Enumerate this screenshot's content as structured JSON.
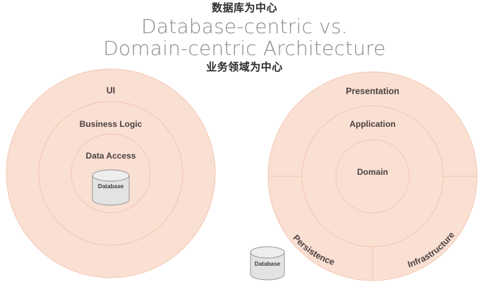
{
  "header": {
    "chinese_top": "数据库为中心",
    "title_line1": "Database-centric vs.",
    "title_line2": "Domain-centric Architecture",
    "chinese_bottom": "业务领域为中心"
  },
  "colors": {
    "ring_fill": "#fadfd3",
    "ring_stroke": "#f2c4ae",
    "label_text": "#4b4140",
    "title_text": "#8a8a8a",
    "chinese_text": "#2b2b2b",
    "cylinder_body": "#e3e3e3",
    "cylinder_top": "#ededed",
    "cylinder_stroke": "#8f8f8f",
    "background": "#ffffff"
  },
  "left_diagram": {
    "name": "database-centric-architecture",
    "rings": [
      {
        "key": "ui",
        "label": "UI",
        "radius": 148
      },
      {
        "key": "business-logic",
        "label": "Business Logic",
        "radius": 102
      },
      {
        "key": "data-access",
        "label": "Data Access",
        "radius": 56
      }
    ],
    "center_element": {
      "type": "cylinder",
      "label": "Database"
    }
  },
  "right_diagram": {
    "name": "domain-centric-architecture",
    "rings": [
      {
        "key": "presentation",
        "label": "Presentation",
        "radius": 148
      },
      {
        "key": "application",
        "label": "Application",
        "radius": 100
      },
      {
        "key": "domain",
        "label": "Domain",
        "radius": 52
      }
    ],
    "outer_segments": [
      {
        "key": "persistence",
        "label": "Persistence"
      },
      {
        "key": "infrastructure",
        "label": "Infrastructure"
      }
    ]
  },
  "external_element": {
    "type": "cylinder",
    "label": "Database"
  }
}
